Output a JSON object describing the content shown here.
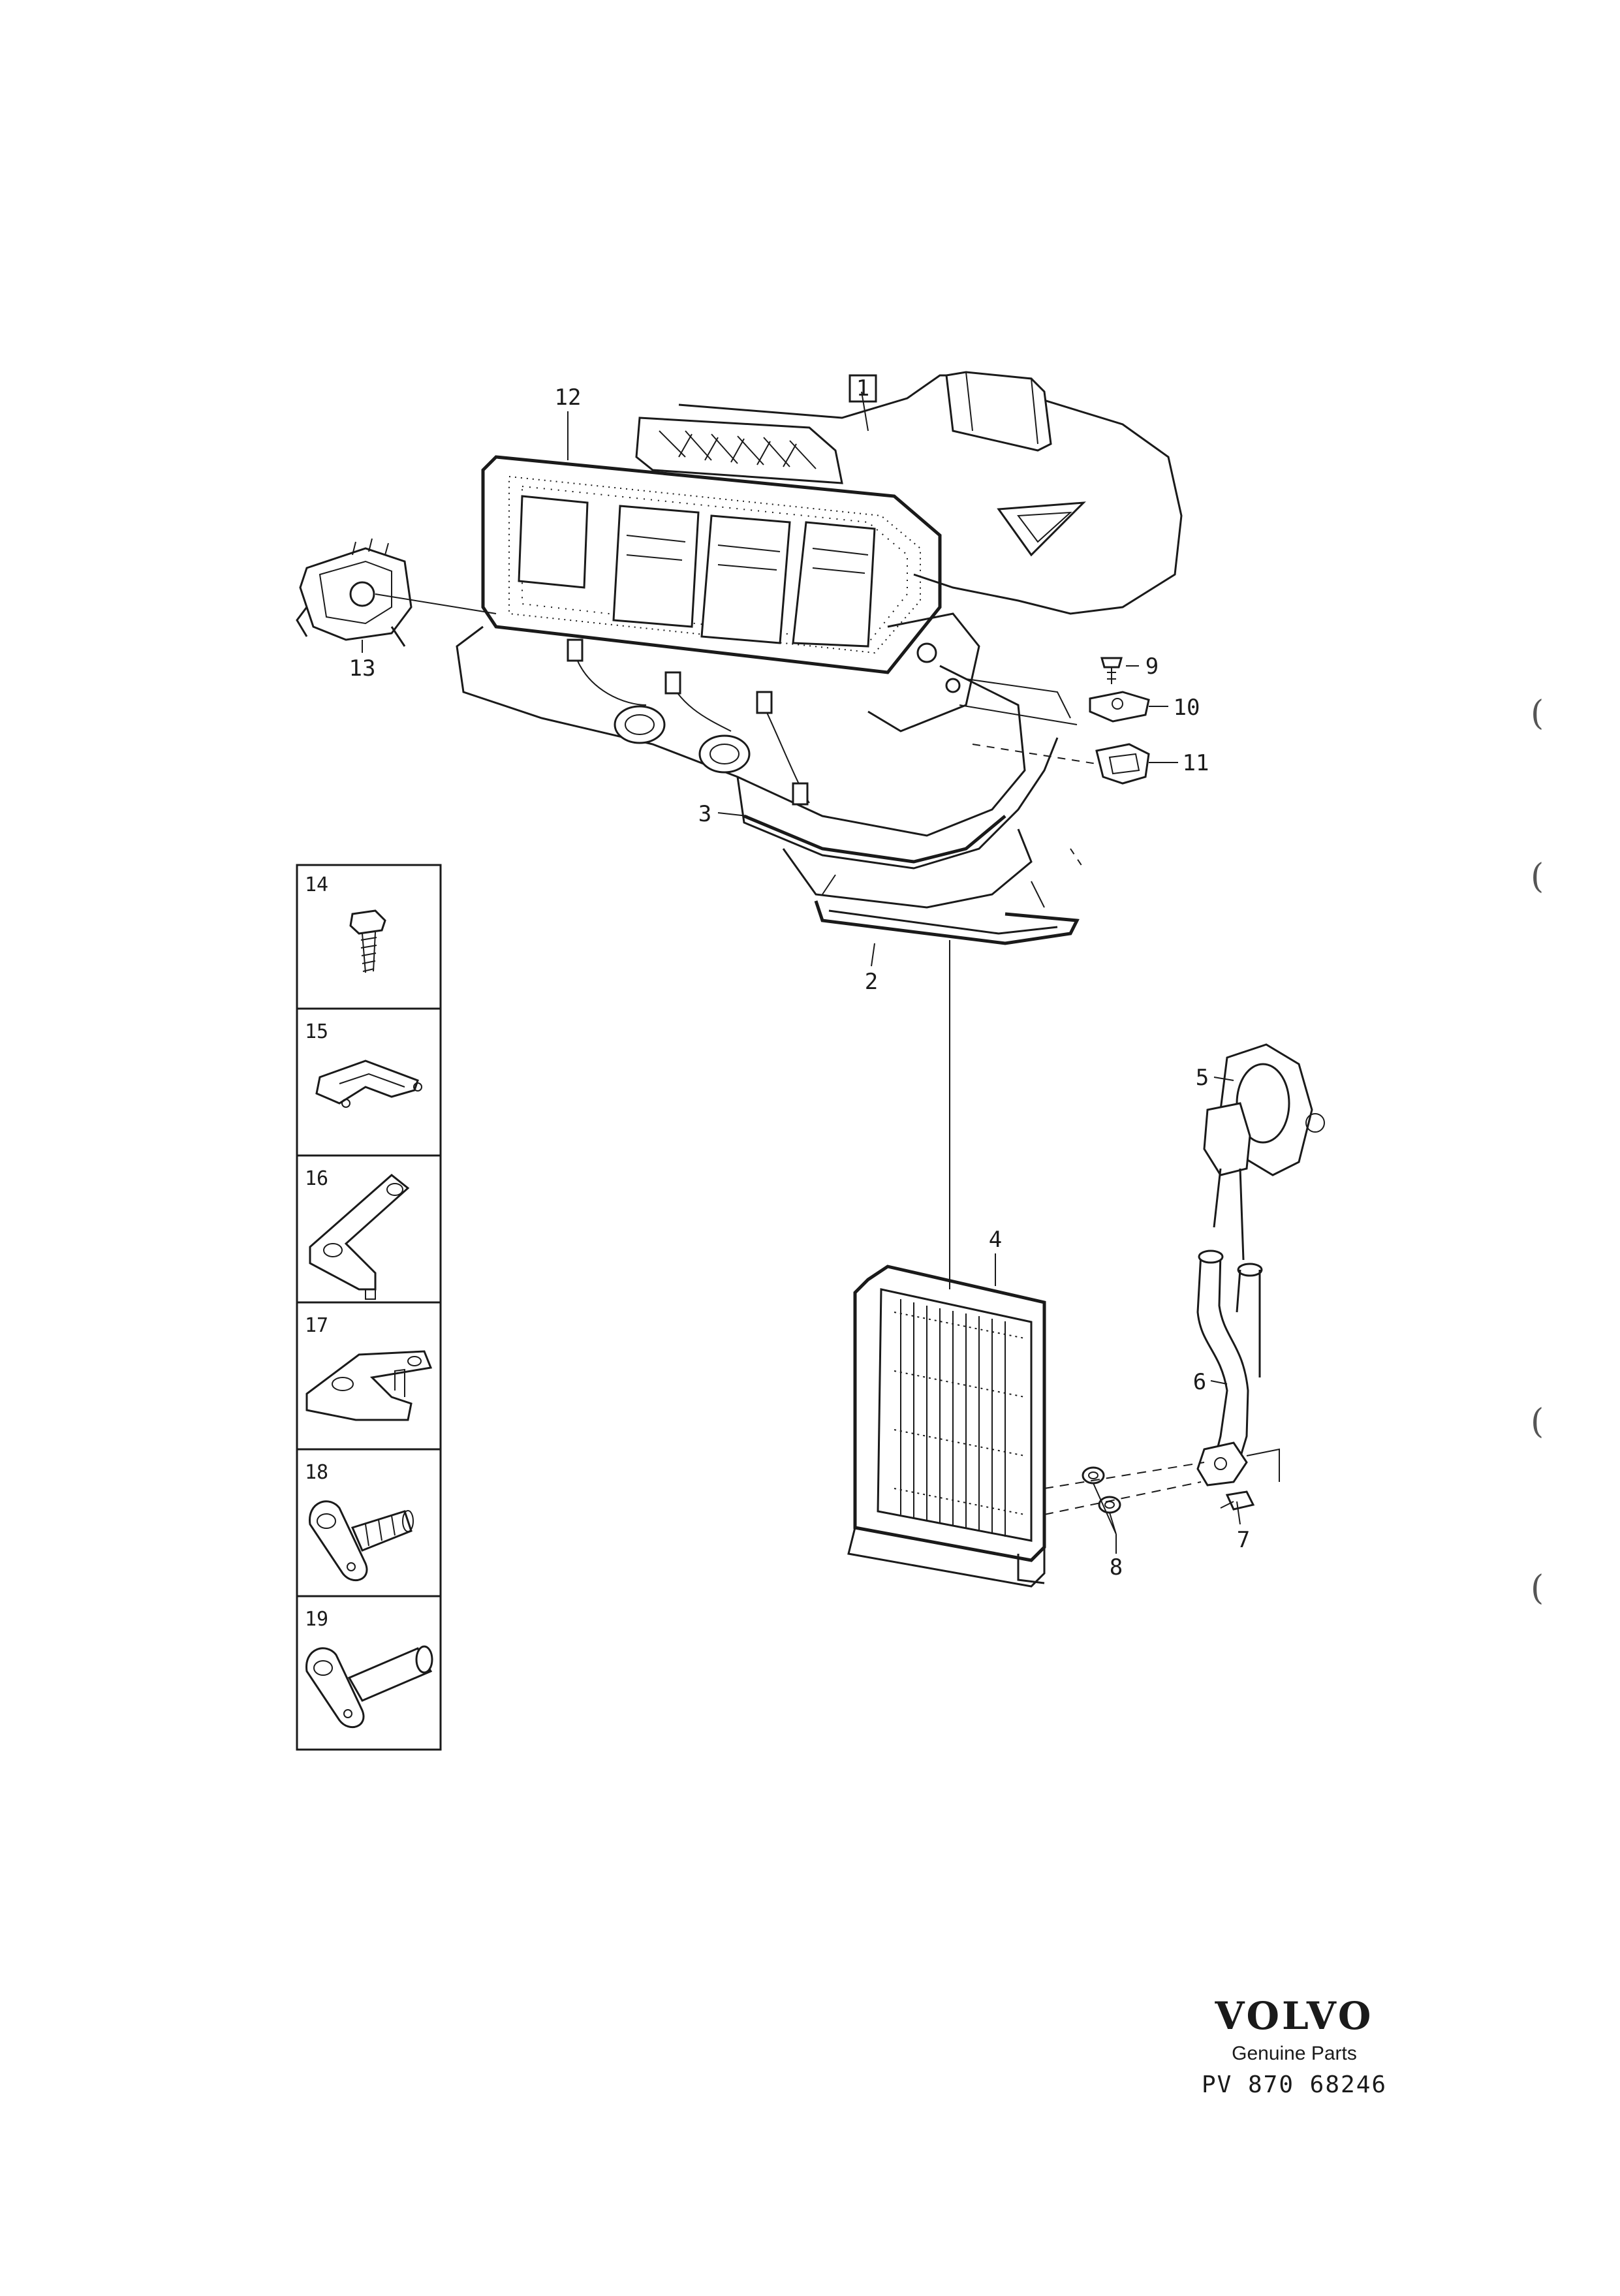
{
  "diagram": {
    "callouts": [
      {
        "id": "1",
        "text": "1"
      },
      {
        "id": "2",
        "text": "2"
      },
      {
        "id": "3",
        "text": "3"
      },
      {
        "id": "4",
        "text": "4"
      },
      {
        "id": "5",
        "text": "5"
      },
      {
        "id": "6",
        "text": "6"
      },
      {
        "id": "7",
        "text": "7"
      },
      {
        "id": "8",
        "text": "8"
      },
      {
        "id": "9",
        "text": "9"
      },
      {
        "id": "10",
        "text": "10"
      },
      {
        "id": "11",
        "text": "11"
      },
      {
        "id": "12",
        "text": "12"
      },
      {
        "id": "13",
        "text": "13"
      }
    ],
    "detail_boxes": [
      {
        "id": "14",
        "text": "14",
        "icon": "screw-icon"
      },
      {
        "id": "15",
        "text": "15",
        "icon": "clip-icon"
      },
      {
        "id": "16",
        "text": "16",
        "icon": "bracket-icon"
      },
      {
        "id": "17",
        "text": "17",
        "icon": "bracket-icon"
      },
      {
        "id": "18",
        "text": "18",
        "icon": "plug-icon"
      },
      {
        "id": "19",
        "text": "19",
        "icon": "pin-icon"
      }
    ]
  },
  "footer": {
    "brand": "VOLVO",
    "subtitle": "Genuine Parts",
    "code": "PV 870 68246"
  },
  "margin_marks": [
    "(",
    "(",
    "(",
    "("
  ]
}
